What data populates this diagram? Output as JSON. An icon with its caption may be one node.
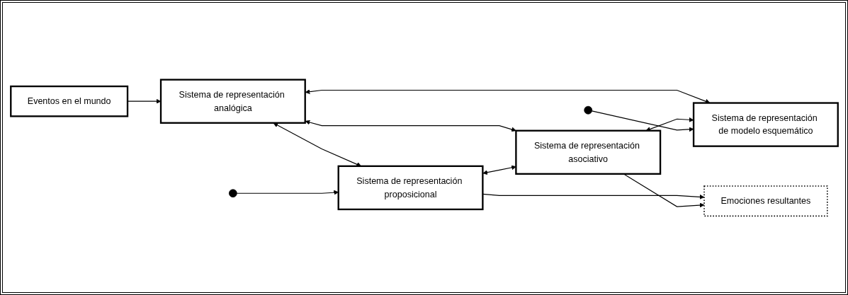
{
  "diagram": {
    "nodes": [
      {
        "text": [
          "Eventos en el mundo"
        ]
      },
      {
        "text": [
          "Sistema de representación analógica"
        ]
      },
      {
        "text": [
          "Sistema de representación proposicional"
        ]
      },
      {
        "text": [
          "Sistema de representación asociativo"
        ]
      },
      {
        "text": [
          "Sistema de representación de modelo esquemático"
        ]
      },
      {
        "text": [
          "Emociones resultantes"
        ]
      }
    ],
    "edges": [
      {
        "from": 0,
        "to": 1,
        "arrow": "to"
      },
      {
        "from": 1,
        "to": 2,
        "arrow": "both"
      },
      {
        "from": 1,
        "to": 3,
        "arrow": "both"
      },
      {
        "from": 1,
        "to": 4,
        "arrow": "both"
      },
      {
        "from": 2,
        "to": 3,
        "arrow": "both"
      },
      {
        "from": 3,
        "to": 4,
        "arrow": "both"
      },
      {
        "from": 2,
        "to": 5,
        "arrow": "to"
      },
      {
        "from": 3,
        "to": 5,
        "arrow": "to"
      },
      {
        "from": null,
        "to": 2,
        "arrow": "to"
      },
      {
        "from": null,
        "to": 4,
        "arrow": "to"
      }
    ]
  }
}
